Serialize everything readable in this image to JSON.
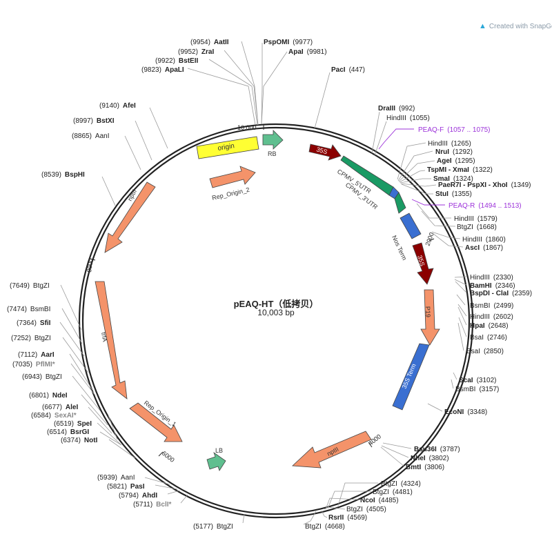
{
  "watermark": "Created with SnapGene",
  "plasmid": {
    "name": "pEAQ-HT（低拷贝）",
    "size": "10,003 bp"
  },
  "ticks": [
    "10,000",
    "2000",
    "4000",
    "6000",
    "8000"
  ],
  "features": [
    {
      "label": "origin",
      "color": "#ffff33"
    },
    {
      "label": "RB",
      "color": "#5fbf8f"
    },
    {
      "label": "Rep_Origin_2",
      "color": "#f4936a"
    },
    {
      "label": "35S",
      "color": "#8b0000"
    },
    {
      "label": "CPMV_5'UTR",
      "color": "#1a9a64"
    },
    {
      "label": "CPMV_3'UTR",
      "color": "#1a9a64"
    },
    {
      "label": "Nos Term",
      "color": "#3a6fd1"
    },
    {
      "label": "35S",
      "color": "#8b0000"
    },
    {
      "label": "P19",
      "color": "#f4936a"
    },
    {
      "label": "35S Term",
      "color": "#3a6fd1"
    },
    {
      "label": "nptII",
      "color": "#f4936a"
    },
    {
      "label": "LB",
      "color": "#5fbf8f"
    },
    {
      "label": "Rep_Origin_1",
      "color": "#f4936a"
    },
    {
      "label": "trfA",
      "color": "#f4936a"
    },
    {
      "label": "nptII",
      "color": "#f4936a"
    }
  ],
  "sites": [
    {
      "name": "AatII",
      "pos": "(9954)",
      "side": "L"
    },
    {
      "name": "ZraI",
      "pos": "(9952)",
      "side": "L"
    },
    {
      "name": "BstEII",
      "pos": "(9922)",
      "side": "L"
    },
    {
      "name": "ApaLI",
      "pos": "(9823)",
      "side": "L"
    },
    {
      "name": "PspOMI",
      "pos": "(9977)",
      "side": "R"
    },
    {
      "name": "ApaI",
      "pos": "(9981)",
      "side": "R"
    },
    {
      "name": "PacI",
      "pos": "(447)",
      "side": "R"
    },
    {
      "name": "DraIII",
      "pos": "(992)",
      "side": "R"
    },
    {
      "name": "HindIII",
      "pos": "(1055)",
      "side": "R"
    },
    {
      "name": "PEAQ-F",
      "pos": "(1057 .. 1075)",
      "side": "R"
    },
    {
      "name": "HindIII",
      "pos": "(1265)",
      "side": "R"
    },
    {
      "name": "NruI",
      "pos": "(1292)",
      "side": "R"
    },
    {
      "name": "AgeI",
      "pos": "(1295)",
      "side": "R"
    },
    {
      "name": "TspMI - XmaI",
      "pos": "(1322)",
      "side": "R"
    },
    {
      "name": "SmaI",
      "pos": "(1324)",
      "side": "R"
    },
    {
      "name": "PaeR7I - PspXI - XhoI",
      "pos": "(1349)",
      "side": "R"
    },
    {
      "name": "StuI",
      "pos": "(1355)",
      "side": "R"
    },
    {
      "name": "PEAQ-R",
      "pos": "(1494 .. 1513)",
      "side": "R"
    },
    {
      "name": "HindIII",
      "pos": "(1579)",
      "side": "R"
    },
    {
      "name": "BtgZI",
      "pos": "(1668)",
      "side": "R"
    },
    {
      "name": "HindIII",
      "pos": "(1860)",
      "side": "R"
    },
    {
      "name": "AscI",
      "pos": "(1867)",
      "side": "R"
    },
    {
      "name": "HindIII",
      "pos": "(2330)",
      "side": "R"
    },
    {
      "name": "BamHI",
      "pos": "(2346)",
      "side": "R"
    },
    {
      "name": "BspDI - ClaI",
      "pos": "(2359)",
      "side": "R"
    },
    {
      "name": "BsmBI",
      "pos": "(2499)",
      "side": "R"
    },
    {
      "name": "HindIII",
      "pos": "(2602)",
      "side": "R"
    },
    {
      "name": "HpaI",
      "pos": "(2648)",
      "side": "R"
    },
    {
      "name": "BsaI",
      "pos": "(2746)",
      "side": "R"
    },
    {
      "name": "BsaI",
      "pos": "(2850)",
      "side": "R"
    },
    {
      "name": "ScaI",
      "pos": "(3102)",
      "side": "R"
    },
    {
      "name": "BsmBI",
      "pos": "(3157)",
      "side": "R"
    },
    {
      "name": "EcoNI",
      "pos": "(3348)",
      "side": "R"
    },
    {
      "name": "Bsu36I",
      "pos": "(3787)",
      "side": "R"
    },
    {
      "name": "NheI",
      "pos": "(3802)",
      "side": "R"
    },
    {
      "name": "BmtI",
      "pos": "(3806)",
      "side": "R"
    },
    {
      "name": "BtgZI",
      "pos": "(4324)",
      "side": "B"
    },
    {
      "name": "BtgZI",
      "pos": "(4481)",
      "side": "B"
    },
    {
      "name": "NcoI",
      "pos": "(4485)",
      "side": "B"
    },
    {
      "name": "BtgZI",
      "pos": "(4505)",
      "side": "B"
    },
    {
      "name": "RsrII",
      "pos": "(4569)",
      "side": "B"
    },
    {
      "name": "BtgZI",
      "pos": "(4668)",
      "side": "B"
    },
    {
      "name": "BtgZI",
      "pos": "(5177)",
      "side": "B"
    },
    {
      "name": "BclI*",
      "pos": "(5711)",
      "side": "L"
    },
    {
      "name": "AhdI",
      "pos": "(5794)",
      "side": "L"
    },
    {
      "name": "PasI",
      "pos": "(5821)",
      "side": "L"
    },
    {
      "name": "AanI",
      "pos": "(5939)",
      "side": "L"
    },
    {
      "name": "NotI",
      "pos": "(6374)",
      "side": "L"
    },
    {
      "name": "BsrGI",
      "pos": "(6514)",
      "side": "L"
    },
    {
      "name": "SpeI",
      "pos": "(6519)",
      "side": "L"
    },
    {
      "name": "SexAI*",
      "pos": "(6584)",
      "side": "L"
    },
    {
      "name": "AleI",
      "pos": "(6677)",
      "side": "L"
    },
    {
      "name": "NdeI",
      "pos": "(6801)",
      "side": "L"
    },
    {
      "name": "BtgZI",
      "pos": "(6943)",
      "side": "L"
    },
    {
      "name": "PflMI*",
      "pos": "(7035)",
      "side": "L"
    },
    {
      "name": "AarI",
      "pos": "(7112)",
      "side": "L"
    },
    {
      "name": "BtgZI",
      "pos": "(7252)",
      "side": "L"
    },
    {
      "name": "SfiI",
      "pos": "(7364)",
      "side": "L"
    },
    {
      "name": "BsmBI",
      "pos": "(7474)",
      "side": "L"
    },
    {
      "name": "BtgZI",
      "pos": "(7649)",
      "side": "L"
    },
    {
      "name": "BspHI",
      "pos": "(8539)",
      "side": "L"
    },
    {
      "name": "AanI",
      "pos": "(8865)",
      "side": "L"
    },
    {
      "name": "BstXI",
      "pos": "(8997)",
      "side": "L"
    },
    {
      "name": "AfeI",
      "pos": "(9140)",
      "side": "L"
    }
  ],
  "colors": {
    "primer": "#9b30d9",
    "ring": "#222222",
    "dim_site": "#888888"
  }
}
